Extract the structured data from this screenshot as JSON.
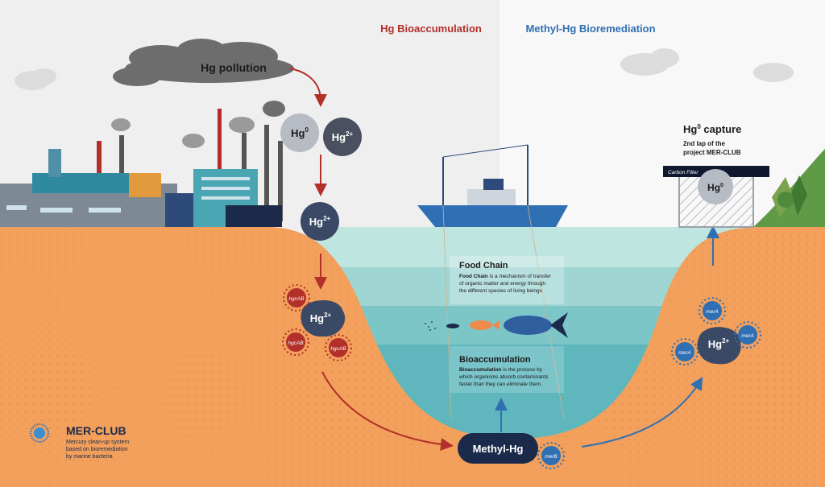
{
  "headers": {
    "left": "Hg Bioaccumulation",
    "right": "Methyl-Hg Bioremediation"
  },
  "pollution_label": "Hg pollution",
  "species": {
    "hg": "Hg",
    "zero": "0",
    "two_plus": "2+",
    "methyl": "Methyl-Hg"
  },
  "genes": {
    "hgcab": "hgcAB",
    "mera": "merA",
    "merb": "merB"
  },
  "food_chain": {
    "title": "Food Chain",
    "lead": "Food Chain",
    "line1": " is a mechanism of transfer",
    "line2": "of organic matter and energy through",
    "line3": "the different species of living beings"
  },
  "bioaccumulation": {
    "title": "Bioaccumulation",
    "lead": "Bioaccumulation",
    "line1": " is the process by",
    "line2": "which organisms absorb contaminants",
    "line3": "faster than they can eliminate them."
  },
  "capture": {
    "title": "capture",
    "line1": "2nd lap of the",
    "line2": "project MER-CLUB",
    "filter": "Carbon Filter"
  },
  "logo": {
    "name": "MER-CLUB",
    "line1": "Mercury clean-up system",
    "line2": "based on bioremediation",
    "line3": "by marine bacteria"
  },
  "colors": {
    "red": "#b22f2a",
    "blue": "#2f6fb3",
    "ground": "#f2a05c",
    "navy": "#1b2a4a"
  }
}
